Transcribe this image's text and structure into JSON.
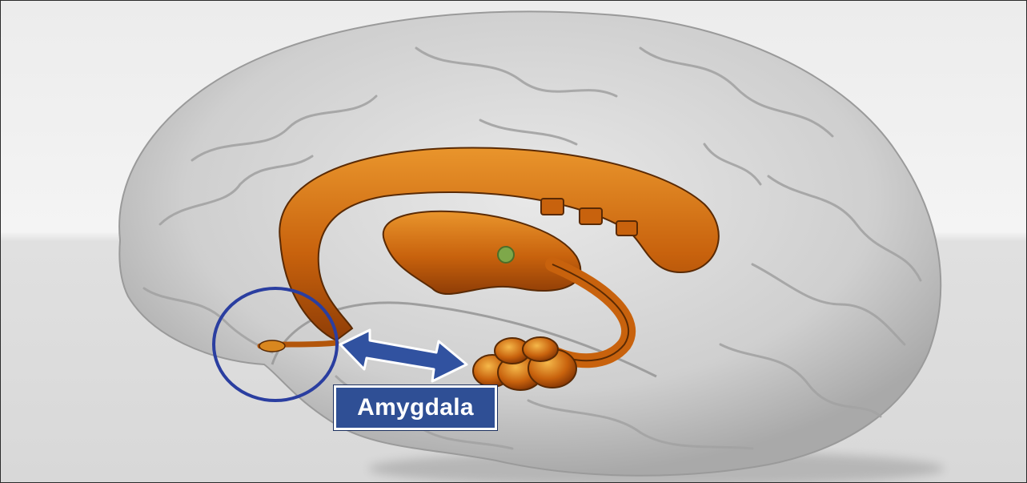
{
  "labels": {
    "amygdala": "Amygdala"
  },
  "colors": {
    "label_background": "#2f4f95",
    "label_text": "#ffffff",
    "arrow": "#3152a0",
    "highlight_circle": "#2a3ea0",
    "limbic_structure": "#d9740f",
    "brain": "#d3d3d3"
  },
  "icons": {
    "arrow": "double-headed-arrow",
    "marker": "circle-outline"
  }
}
